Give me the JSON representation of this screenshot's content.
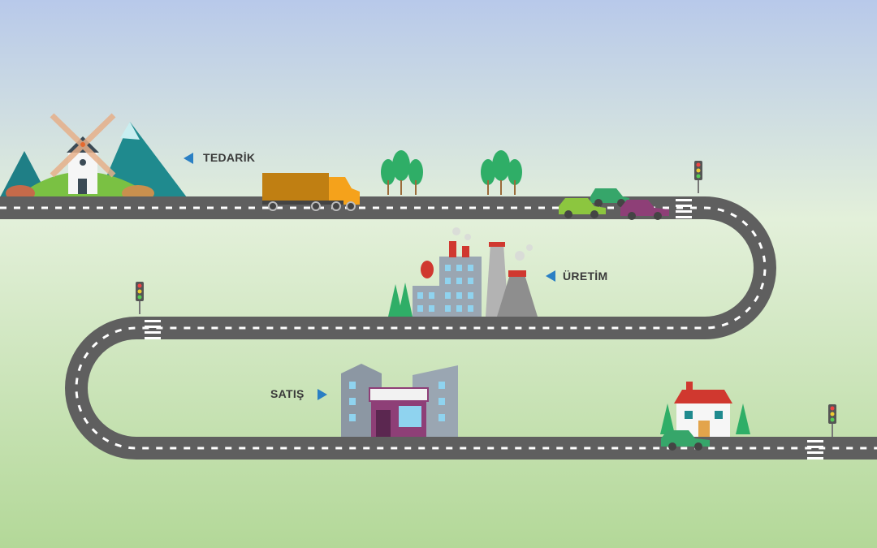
{
  "labels": {
    "supply": "TEDARİK",
    "production": "ÜRETİM",
    "sales": "SATIŞ"
  },
  "colors": {
    "road": "#5f5f5f",
    "marker": "#2a7fc4",
    "sky_top": "#b8c9ea",
    "grass_mid": "#e3f0da",
    "grass_bottom": "#b3d898"
  }
}
